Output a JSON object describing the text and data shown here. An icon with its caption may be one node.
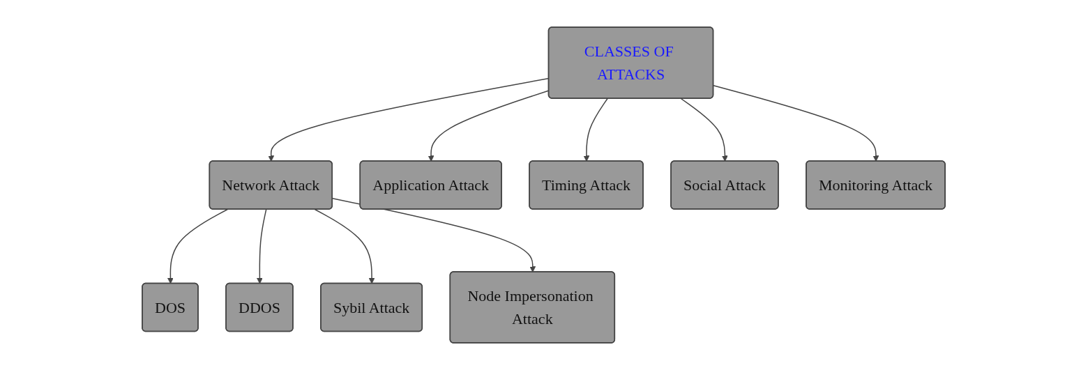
{
  "diagram": {
    "nodes": [
      {
        "text": [
          "CLASSES OF ATTACKS"
        ]
      },
      {
        "text": [
          "Network Attack"
        ]
      },
      {
        "text": [
          "Application Attack"
        ]
      },
      {
        "text": [
          "Timing Attack"
        ]
      },
      {
        "text": [
          "Social Attack"
        ]
      },
      {
        "text": [
          "Monitoring Attack"
        ]
      },
      {
        "text": [
          "DOS"
        ]
      },
      {
        "text": [
          "DDOS"
        ]
      },
      {
        "text": [
          "Sybil Attack"
        ]
      },
      {
        "text": [
          "Node Impersonation Attack"
        ]
      }
    ],
    "edges": [
      {
        "from": 0,
        "to": 1,
        "arrow": "to"
      },
      {
        "from": 0,
        "to": 2,
        "arrow": "to"
      },
      {
        "from": 0,
        "to": 3,
        "arrow": "to"
      },
      {
        "from": 0,
        "to": 4,
        "arrow": "to"
      },
      {
        "from": 0,
        "to": 5,
        "arrow": "to"
      },
      {
        "from": 1,
        "to": 6,
        "arrow": "to"
      },
      {
        "from": 1,
        "to": 7,
        "arrow": "to"
      },
      {
        "from": 1,
        "to": 8,
        "arrow": "to"
      },
      {
        "from": 1,
        "to": 9,
        "arrow": "to"
      }
    ]
  }
}
